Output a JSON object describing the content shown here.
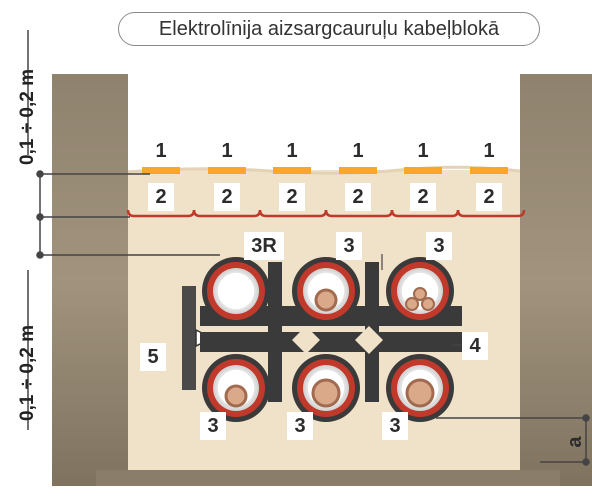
{
  "title": "Elektrolīnija aizsargcauruļu kabeļblokā",
  "labels": {
    "warning_tape": "1",
    "cover_plate": "2",
    "pipe_r": "3R",
    "pipe": "3",
    "spacer": "4",
    "side_holder": "5",
    "dim_a": "a"
  },
  "dimensions": {
    "top_depth": "0,1 ÷ 0,2 m",
    "bottom_depth": "0,1 ÷ 0,2 m"
  },
  "colors": {
    "soil": "#c4b59e",
    "sand": "#efe2c9",
    "tape": "#f7a828",
    "plate_edge": "#c0392b",
    "pipe_red": "#c0392b",
    "spacer": "#3a3a3a",
    "cable": "#d9a98a"
  }
}
